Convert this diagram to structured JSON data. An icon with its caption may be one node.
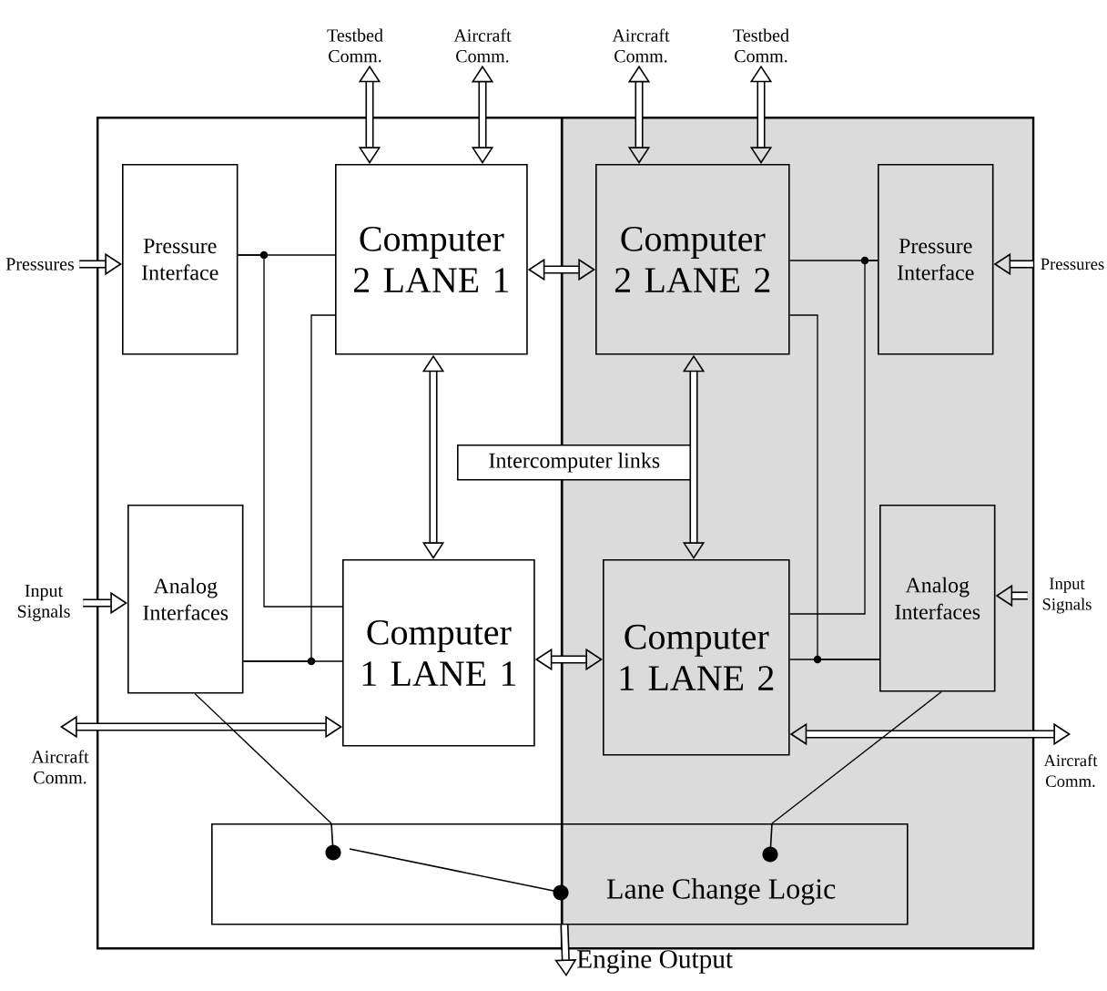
{
  "diagram": {
    "nodes": [
      {
        "text": [],
        "shape": "box"
      },
      {
        "text": [],
        "shape": "box"
      },
      {
        "text": [
          "Testbed Comm."
        ]
      },
      {
        "text": [
          "Aircraft Comm."
        ]
      },
      {
        "text": [
          "Aircraft Comm."
        ]
      },
      {
        "text": [
          "Testbed Comm."
        ]
      },
      {
        "text": [
          "Pressures"
        ]
      },
      {
        "text": [
          "Pressure Interface"
        ],
        "in": 0
      },
      {
        "text": [
          "Computer 2 LANE 1"
        ],
        "in": 0
      },
      {
        "text": [
          "Computer 2 LANE 2"
        ],
        "in": 1
      },
      {
        "text": [
          "Pressure Interface"
        ],
        "in": 1
      },
      {
        "text": [
          "Pressures"
        ]
      },
      {
        "text": [
          "Intercomputer links"
        ]
      },
      {
        "text": [
          "Input Signals"
        ]
      },
      {
        "text": [
          "Analog Interfaces"
        ],
        "in": 0
      },
      {
        "text": [
          "Computer 1 LANE 1"
        ],
        "in": 0
      },
      {
        "text": [
          "Computer 1 LANE 2"
        ],
        "in": 1
      },
      {
        "text": [
          "Analog Interfaces"
        ],
        "in": 1
      },
      {
        "text": [
          "Input Signals"
        ]
      },
      {
        "text": [
          "Aircraft Comm."
        ]
      },
      {
        "text": [
          "Aircraft Comm."
        ]
      },
      {
        "text": [
          "Lane Change Logic"
        ]
      },
      {
        "text": [
          "Engine Output"
        ]
      }
    ],
    "edges": [
      {
        "from": 2,
        "to": 8,
        "arrow": "both"
      },
      {
        "from": 3,
        "to": 8,
        "arrow": "both"
      },
      {
        "from": 4,
        "to": 9,
        "arrow": "both"
      },
      {
        "from": 5,
        "to": 9,
        "arrow": "both"
      },
      {
        "from": 6,
        "to": 7,
        "arrow": "to"
      },
      {
        "from": 11,
        "to": 10,
        "arrow": "to"
      },
      {
        "from": 8,
        "to": 9,
        "arrow": "both"
      },
      {
        "from": 8,
        "to": 15,
        "arrow": "both"
      },
      {
        "from": 9,
        "to": 16,
        "arrow": "both"
      },
      {
        "from": 13,
        "to": 14,
        "arrow": "to"
      },
      {
        "from": 18,
        "to": 17,
        "arrow": "to"
      },
      {
        "from": 15,
        "to": 16,
        "arrow": "both"
      },
      {
        "from": 19,
        "to": 15,
        "arrow": "both"
      },
      {
        "from": 20,
        "to": 16,
        "arrow": "both"
      },
      {
        "from": 21,
        "to": 22,
        "arrow": "to"
      },
      {
        "from": 7,
        "to": 8,
        "arrow": "none"
      },
      {
        "from": 7,
        "to": 15,
        "arrow": "none"
      },
      {
        "from": 14,
        "to": 15,
        "arrow": "none"
      },
      {
        "from": 14,
        "to": 8,
        "arrow": "none"
      },
      {
        "from": 10,
        "to": 9,
        "arrow": "none"
      },
      {
        "from": 10,
        "to": 16,
        "arrow": "none"
      },
      {
        "from": 17,
        "to": 16,
        "arrow": "none"
      },
      {
        "from": 17,
        "to": 9,
        "arrow": "none"
      },
      {
        "from": 14,
        "to": 21,
        "arrow": "none"
      },
      {
        "from": 17,
        "to": 21,
        "arrow": "none"
      }
    ]
  }
}
